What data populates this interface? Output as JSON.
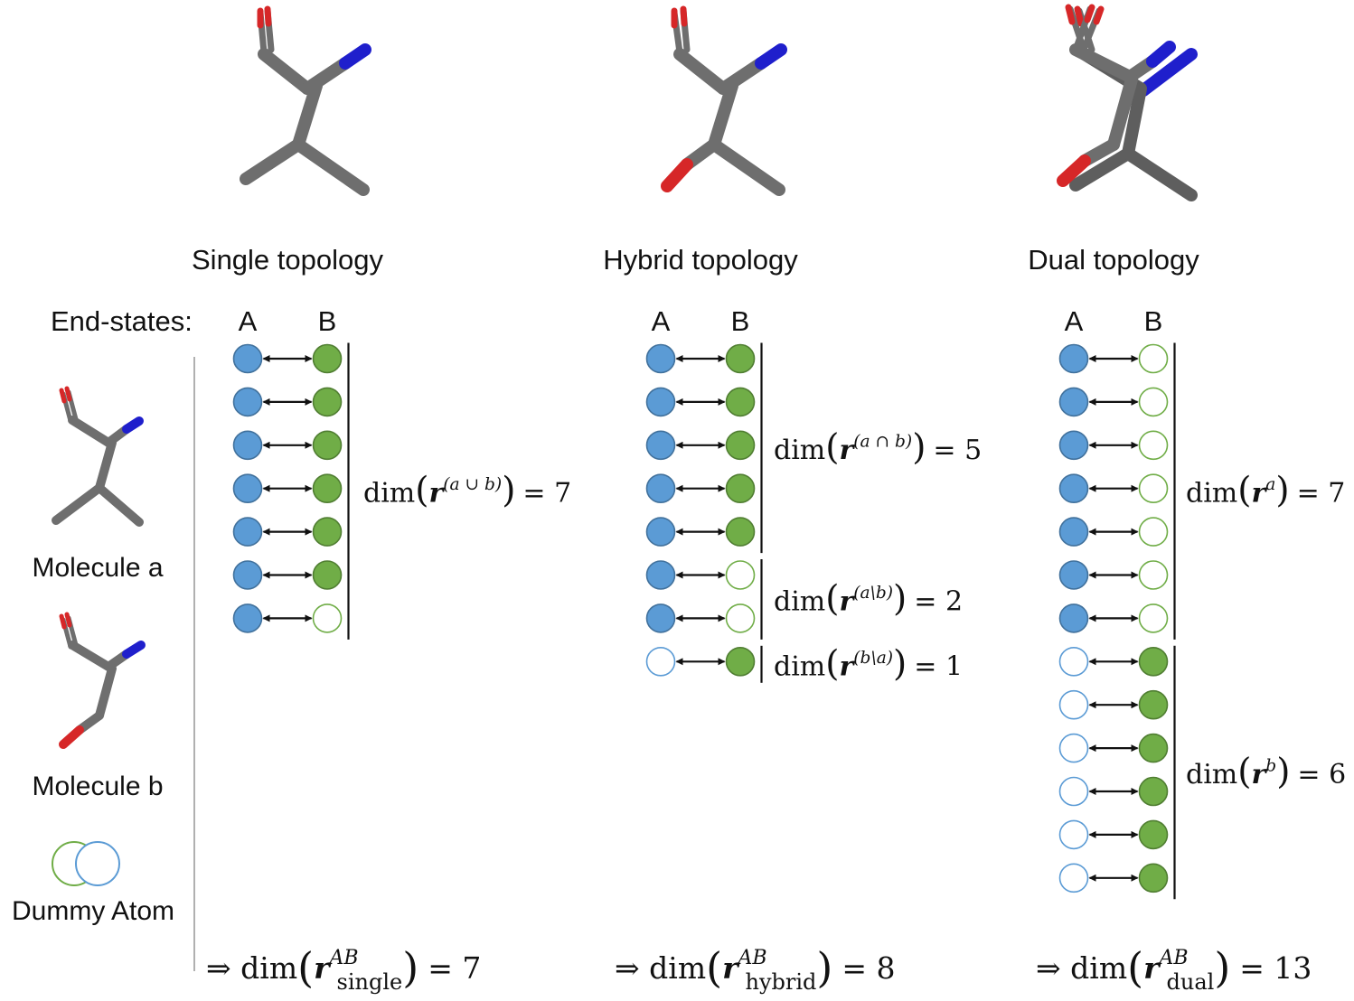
{
  "titles": {
    "single": "Single topology",
    "hybrid": "Hybrid topology",
    "dual": "Dual topology"
  },
  "legend": {
    "end_states": "End-states:",
    "state_a": "A",
    "state_b": "B",
    "molecule_a": "Molecule a",
    "molecule_b": "Molecule b",
    "dummy_atom": "Dummy Atom"
  },
  "colors": {
    "state_a_fill": "#5b9bd5",
    "state_a_stroke": "#41719c",
    "state_b_fill": "#70ad47",
    "state_b_stroke": "#507e32",
    "bond_gray": "#6e6e6e",
    "oxygen": "#d62728",
    "nitrogen": "#1f1fcc"
  },
  "panels": [
    {
      "id": "single",
      "rows": [
        {
          "a": "atom",
          "b": "atom"
        },
        {
          "a": "atom",
          "b": "atom"
        },
        {
          "a": "atom",
          "b": "atom"
        },
        {
          "a": "atom",
          "b": "atom"
        },
        {
          "a": "atom",
          "b": "atom"
        },
        {
          "a": "atom",
          "b": "atom"
        },
        {
          "a": "atom",
          "b": "dummy"
        }
      ],
      "groups": [
        {
          "label_fn": "dim",
          "symbol": "r",
          "superscript": "(a ∪ b)",
          "equals": "= 7"
        }
      ],
      "total": {
        "prefix": "⇒ dim",
        "symbol": "r",
        "superscript": "AB",
        "subscript": "single",
        "equals": "= 7"
      }
    },
    {
      "id": "hybrid",
      "rows": [
        {
          "a": "atom",
          "b": "atom"
        },
        {
          "a": "atom",
          "b": "atom"
        },
        {
          "a": "atom",
          "b": "atom"
        },
        {
          "a": "atom",
          "b": "atom"
        },
        {
          "a": "atom",
          "b": "atom"
        },
        {
          "a": "atom",
          "b": "dummy"
        },
        {
          "a": "atom",
          "b": "dummy"
        },
        {
          "a": "dummy",
          "b": "atom"
        }
      ],
      "groups": [
        {
          "label_fn": "dim",
          "symbol": "r",
          "superscript": "(a ∩ b)",
          "equals": "= 5"
        },
        {
          "label_fn": "dim",
          "symbol": "r",
          "superscript": "(a\\b)",
          "equals": "= 2"
        },
        {
          "label_fn": "dim",
          "symbol": "r",
          "superscript": "(b\\a)",
          "equals": "= 1"
        }
      ],
      "total": {
        "prefix": "⇒ dim",
        "symbol": "r",
        "superscript": "AB",
        "subscript": "hybrid",
        "equals": "= 8"
      }
    },
    {
      "id": "dual",
      "rows": [
        {
          "a": "atom",
          "b": "dummy"
        },
        {
          "a": "atom",
          "b": "dummy"
        },
        {
          "a": "atom",
          "b": "dummy"
        },
        {
          "a": "atom",
          "b": "dummy"
        },
        {
          "a": "atom",
          "b": "dummy"
        },
        {
          "a": "atom",
          "b": "dummy"
        },
        {
          "a": "atom",
          "b": "dummy"
        },
        {
          "a": "dummy",
          "b": "atom"
        },
        {
          "a": "dummy",
          "b": "atom"
        },
        {
          "a": "dummy",
          "b": "atom"
        },
        {
          "a": "dummy",
          "b": "atom"
        },
        {
          "a": "dummy",
          "b": "atom"
        },
        {
          "a": "dummy",
          "b": "atom"
        }
      ],
      "groups": [
        {
          "label_fn": "dim",
          "symbol": "r",
          "superscript": "a",
          "equals": "= 7"
        },
        {
          "label_fn": "dim",
          "symbol": "r",
          "superscript": "b",
          "equals": "= 6"
        }
      ],
      "total": {
        "prefix": "⇒ dim",
        "symbol": "r",
        "superscript": "AB",
        "subscript": "dual",
        "equals": "= 13"
      }
    }
  ]
}
